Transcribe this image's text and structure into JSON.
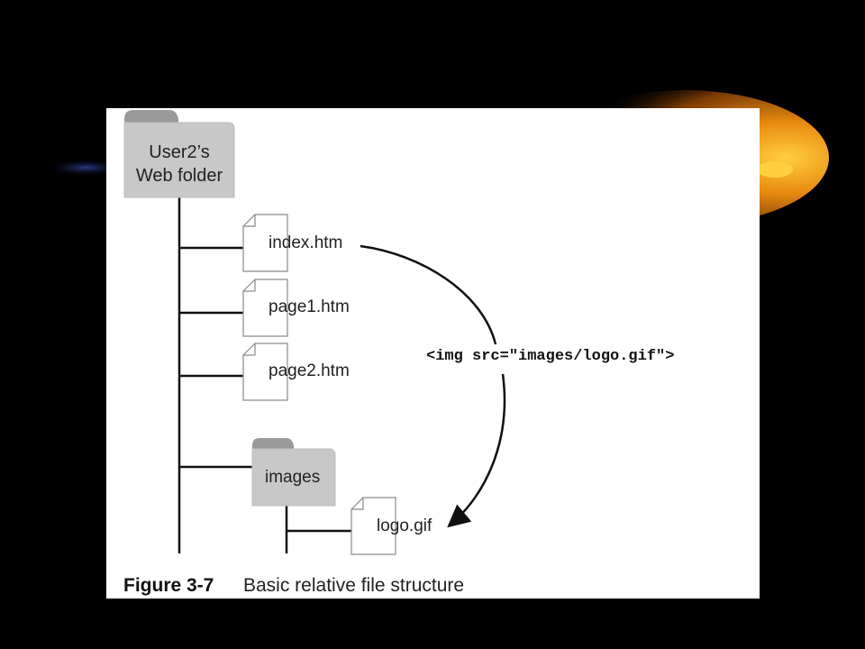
{
  "root_folder": {
    "line1": "User2’s",
    "line2": "Web folder"
  },
  "files": [
    "index.htm",
    "page1.htm",
    "page2.htm"
  ],
  "subfolder": {
    "name": "images",
    "files": [
      "logo.gif"
    ]
  },
  "link_code": "<img src=\"images/logo.gif\">",
  "caption": {
    "number": "Figure 3-7",
    "text": "Basic relative file structure"
  },
  "colors": {
    "background": "#000000",
    "panel": "#ffffff",
    "folder": "#c8c8c8",
    "glow": "#f5a623"
  }
}
